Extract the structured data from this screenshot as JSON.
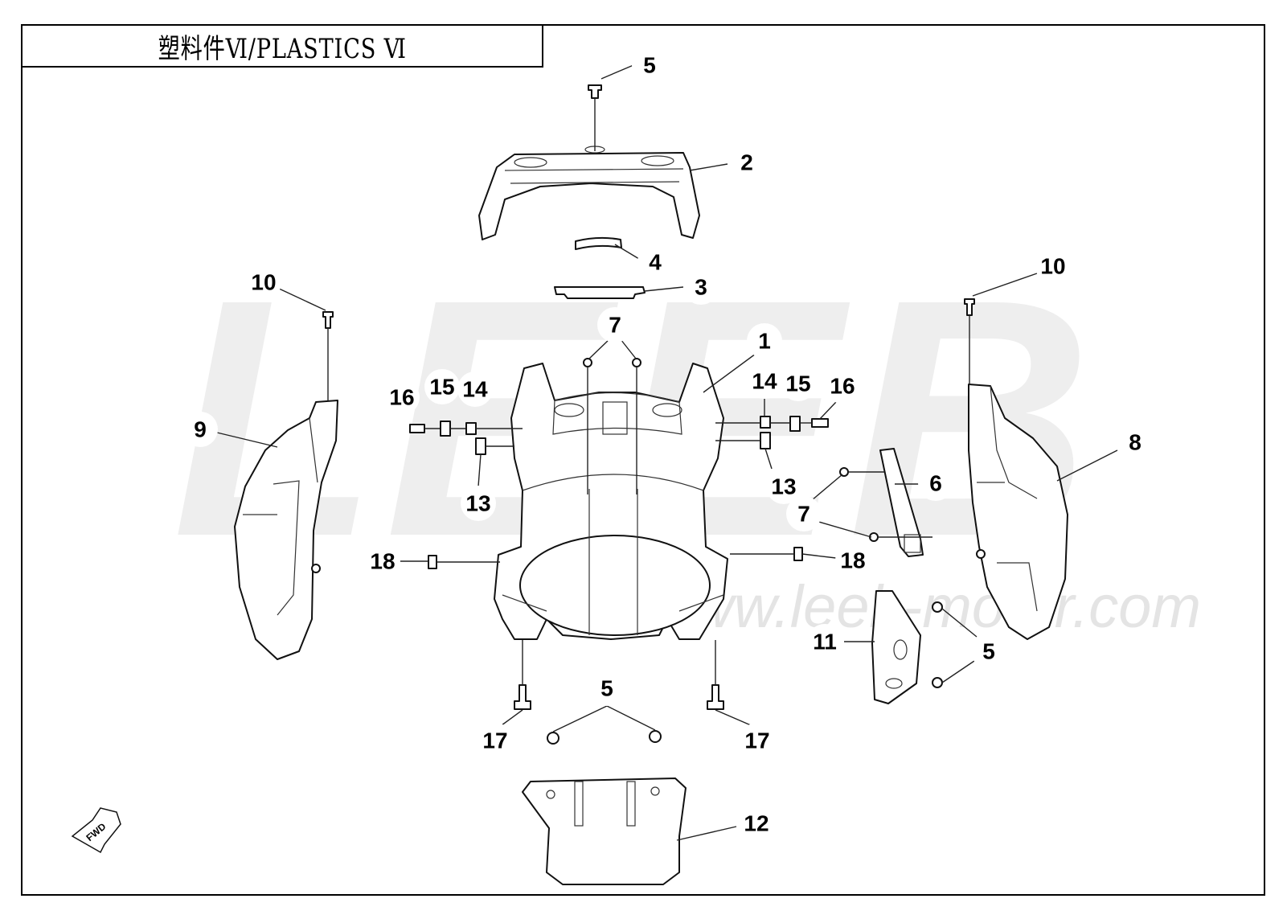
{
  "title": "塑料件Ⅵ/PLASTICS Ⅵ",
  "watermark": {
    "logo": "LEEB",
    "url": "www.leeb-motor.com"
  },
  "callouts": [
    {
      "label": "5"
    },
    {
      "label": "2"
    },
    {
      "label": "4"
    },
    {
      "label": "3"
    },
    {
      "label": "10"
    },
    {
      "label": "10"
    },
    {
      "label": "7"
    },
    {
      "label": "1"
    },
    {
      "label": "16"
    },
    {
      "label": "15"
    },
    {
      "label": "14"
    },
    {
      "label": "14"
    },
    {
      "label": "15"
    },
    {
      "label": "16"
    },
    {
      "label": "9"
    },
    {
      "label": "8"
    },
    {
      "label": "13"
    },
    {
      "label": "13"
    },
    {
      "label": "6"
    },
    {
      "label": "7"
    },
    {
      "label": "18"
    },
    {
      "label": "18"
    },
    {
      "label": "11"
    },
    {
      "label": "5"
    },
    {
      "label": "5"
    },
    {
      "label": "17"
    },
    {
      "label": "17"
    },
    {
      "label": "12"
    }
  ],
  "fwd_icon": {
    "text": "FWD"
  },
  "colors": {
    "line": "#111111",
    "watermark": "#eeeeee",
    "background": "#ffffff"
  }
}
